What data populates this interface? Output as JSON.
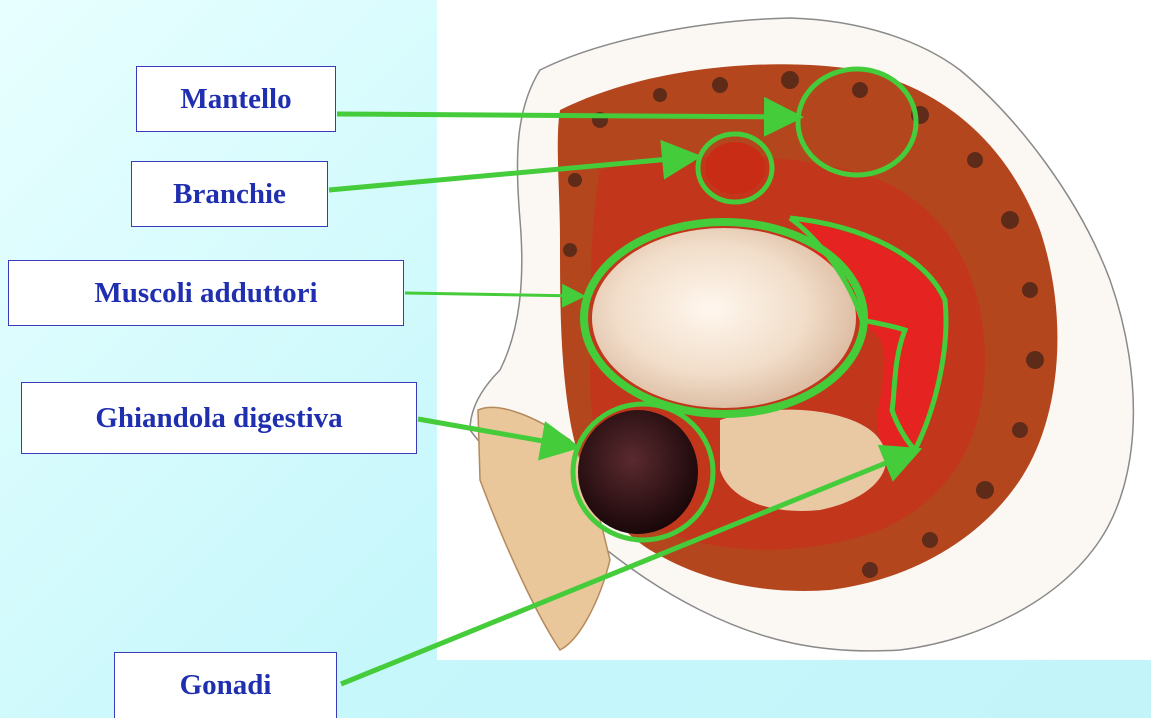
{
  "labels": {
    "mantello": "Mantello",
    "branchie": "Branchie",
    "muscoli": "Muscoli adduttori",
    "ghiandola": "Ghiandola digestiva",
    "gonadi": "Gonadi"
  },
  "colors": {
    "background": "#c6f7fb",
    "label_text": "#1f2fb0",
    "label_border": "#3b3bb8",
    "callout": "#44cc3a",
    "mantle": "#b4461e",
    "gills": "#c82c14",
    "adductor": "#f3e7d8",
    "digestive_gland": "#2a0f10",
    "gonad": "#e52320"
  },
  "image": {
    "subject": "scallop-photo"
  }
}
